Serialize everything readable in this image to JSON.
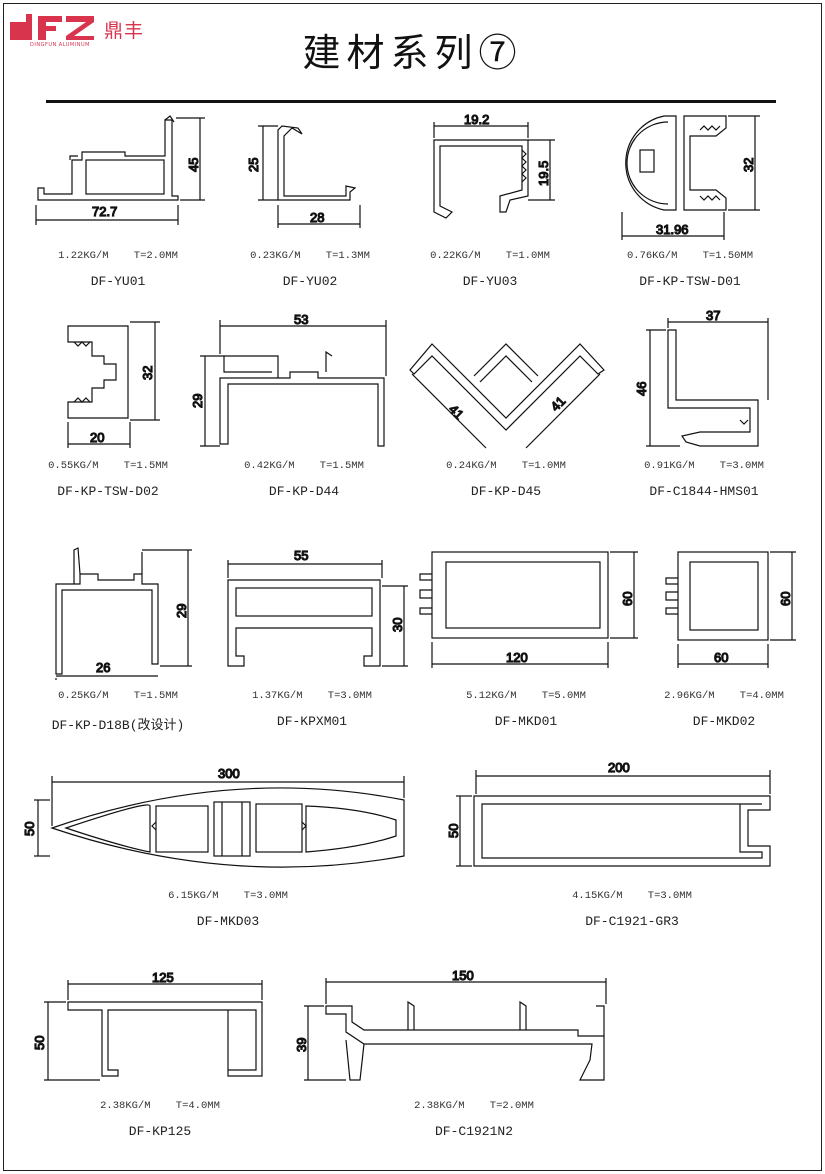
{
  "header": {
    "logo_mark": "DFZ",
    "brand_cn": "鼎丰",
    "brand_en": "DINGFUN ALUMINUM",
    "title": "建材系列⑦",
    "brand_color": "#d9344d"
  },
  "profiles": [
    {
      "code": "DF-YU01",
      "weight": "1.22KG/M",
      "thickness": "T=2.0MM",
      "dims": [
        "72.7",
        "45"
      ]
    },
    {
      "code": "DF-YU02",
      "weight": "0.23KG/M",
      "thickness": "T=1.3MM",
      "dims": [
        "25",
        "28"
      ]
    },
    {
      "code": "DF-YU03",
      "weight": "0.22KG/M",
      "thickness": "T=1.0MM",
      "dims": [
        "19.2",
        "19.5"
      ]
    },
    {
      "code": "DF-KP-TSW-D01",
      "weight": "0.76KG/M",
      "thickness": "T=1.50MM",
      "dims": [
        "32",
        "31.96"
      ]
    },
    {
      "code": "DF-KP-TSW-D02",
      "weight": "0.55KG/M",
      "thickness": "T=1.5MM",
      "dims": [
        "32",
        "20"
      ]
    },
    {
      "code": "DF-KP-D44",
      "weight": "0.42KG/M",
      "thickness": "T=1.5MM",
      "dims": [
        "53",
        "29"
      ]
    },
    {
      "code": "DF-KP-D45",
      "weight": "0.24KG/M",
      "thickness": "T=1.0MM",
      "dims": [
        "41",
        "41"
      ]
    },
    {
      "code": "DF-C1844-HMS01",
      "weight": "0.91KG/M",
      "thickness": "T=3.0MM",
      "dims": [
        "37",
        "46"
      ]
    },
    {
      "code": "DF-KP-D18B(改设计)",
      "weight": "0.25KG/M",
      "thickness": "T=1.5MM",
      "dims": [
        "29",
        "26"
      ]
    },
    {
      "code": "DF-KPXM01",
      "weight": "1.37KG/M",
      "thickness": "T=3.0MM",
      "dims": [
        "55",
        "30"
      ]
    },
    {
      "code": "DF-MKD01",
      "weight": "5.12KG/M",
      "thickness": "T=5.0MM",
      "dims": [
        "60",
        "120"
      ]
    },
    {
      "code": "DF-MKD02",
      "weight": "2.96KG/M",
      "thickness": "T=4.0MM",
      "dims": [
        "60",
        "60"
      ]
    },
    {
      "code": "DF-MKD03",
      "weight": "6.15KG/M",
      "thickness": "T=3.0MM",
      "dims": [
        "300",
        "50"
      ]
    },
    {
      "code": "DF-C1921-GR3",
      "weight": "4.15KG/M",
      "thickness": "T=3.0MM",
      "dims": [
        "200",
        "50"
      ]
    },
    {
      "code": "DF-KP125",
      "weight": "2.38KG/M",
      "thickness": "T=4.0MM",
      "dims": [
        "125",
        "50"
      ]
    },
    {
      "code": "DF-C1921N2",
      "weight": "2.38KG/M",
      "thickness": "T=2.0MM",
      "dims": [
        "150",
        "39"
      ]
    }
  ]
}
